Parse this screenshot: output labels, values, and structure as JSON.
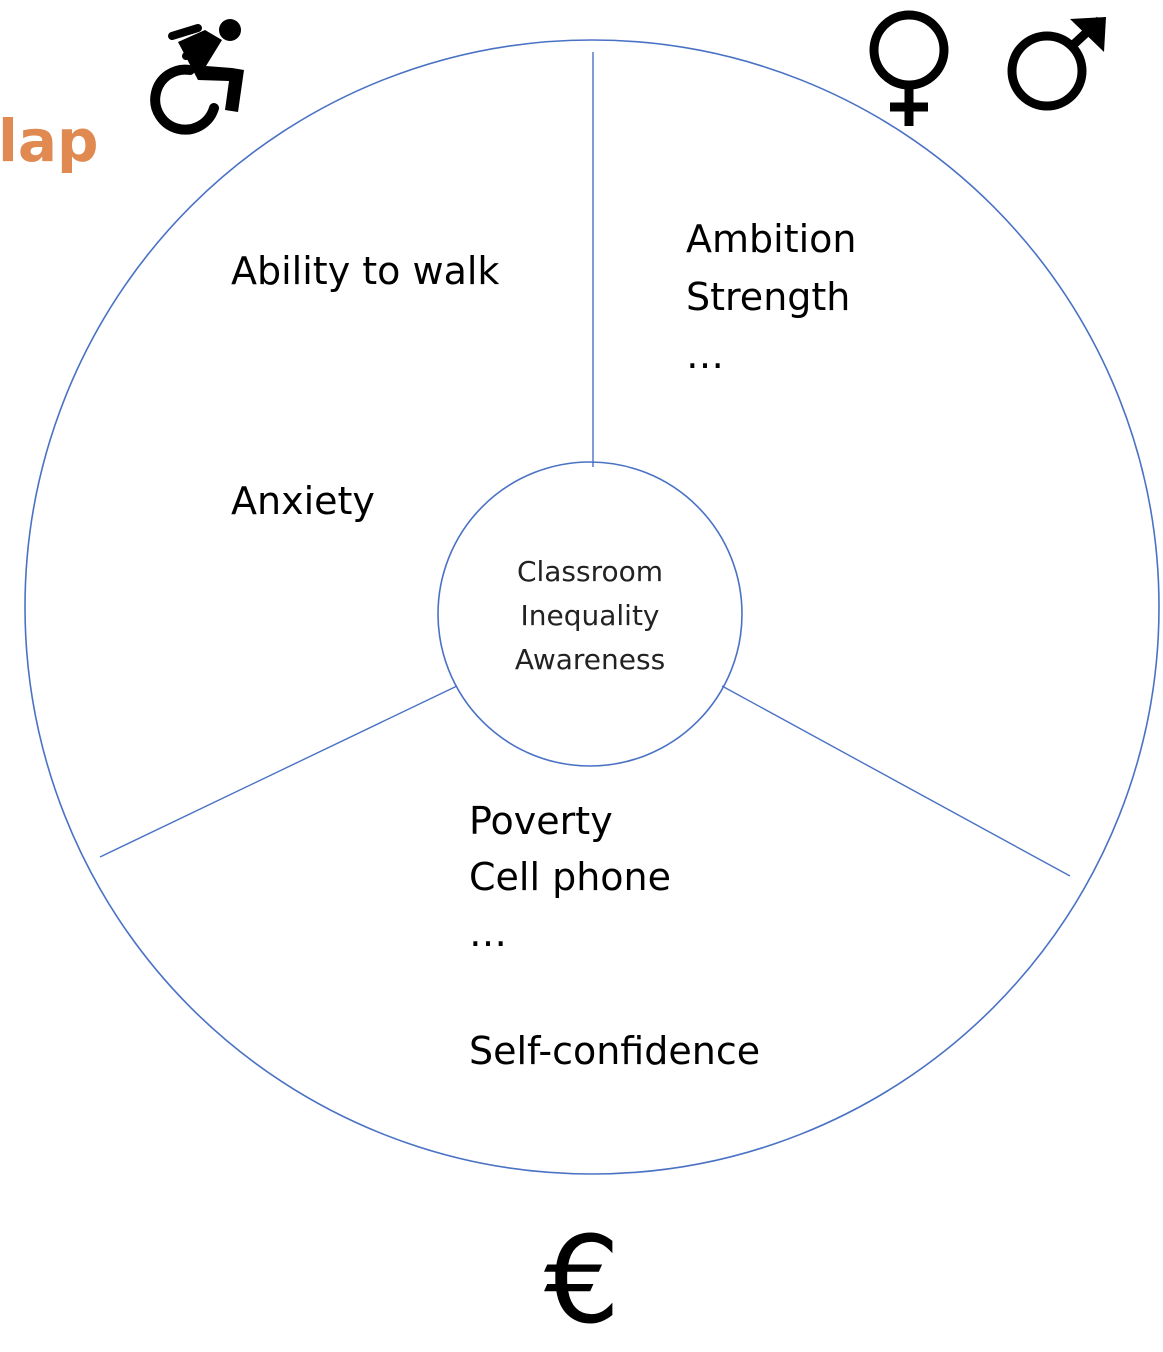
{
  "heading": "lap",
  "center": {
    "line1": "Classroom",
    "line2": "Inequality",
    "line3": "Awareness"
  },
  "sections": {
    "disability": {
      "icon": "wheelchair-icon",
      "items": [
        "Ability to walk",
        "Anxiety"
      ]
    },
    "gender": {
      "icons": [
        "female-icon",
        "male-icon"
      ],
      "items": [
        "Ambition",
        "Strength",
        "…"
      ]
    },
    "economic": {
      "icon": "euro-icon",
      "symbol": "€",
      "items": [
        "Poverty",
        "Cell phone",
        "…",
        "Self-confidence"
      ]
    }
  },
  "colors": {
    "circle_stroke": "#4a72c4",
    "heading": "#e08a52",
    "text": "#000000"
  }
}
